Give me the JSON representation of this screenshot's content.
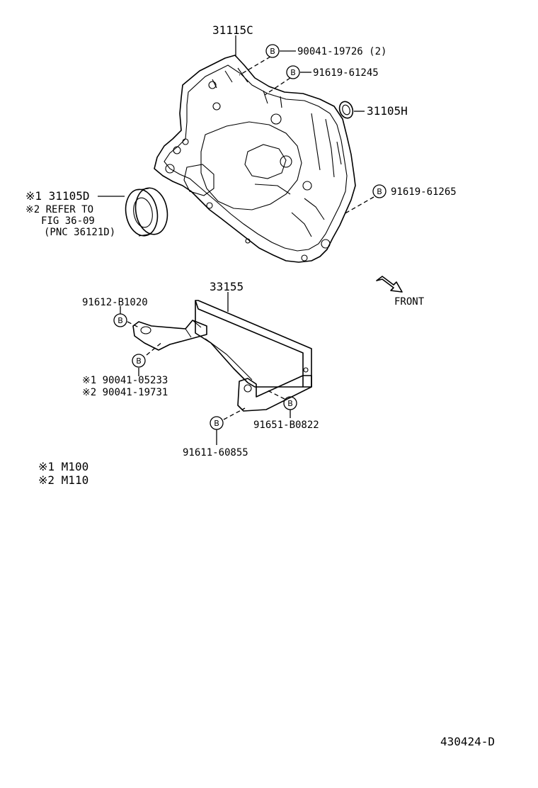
{
  "parts": {
    "p31115C": "31115C",
    "p90041_19726": "90041-19726 (2)",
    "p91619_61245": "91619-61245",
    "p31105H": "31105H",
    "p91619_61265": "91619-61265",
    "p31105D": "※1 31105D",
    "refer1": "※2 REFER TO",
    "refer2": "FIG 36-09",
    "refer3": "(PNC 36121D)",
    "p33155": "33155",
    "p91612_B1020": "91612-B1020",
    "p90041_05233": "※1 90041-05233",
    "p90041_19731": "※2 90041-19731",
    "p91651_B0822": "91651-B0822",
    "p91611_60855": "91611-60855"
  },
  "front_label": "FRONT",
  "bolt_mark": "B",
  "notes": {
    "n1": "※1 M100",
    "n2": "※2 M110"
  },
  "diagram_code": "430424-D"
}
